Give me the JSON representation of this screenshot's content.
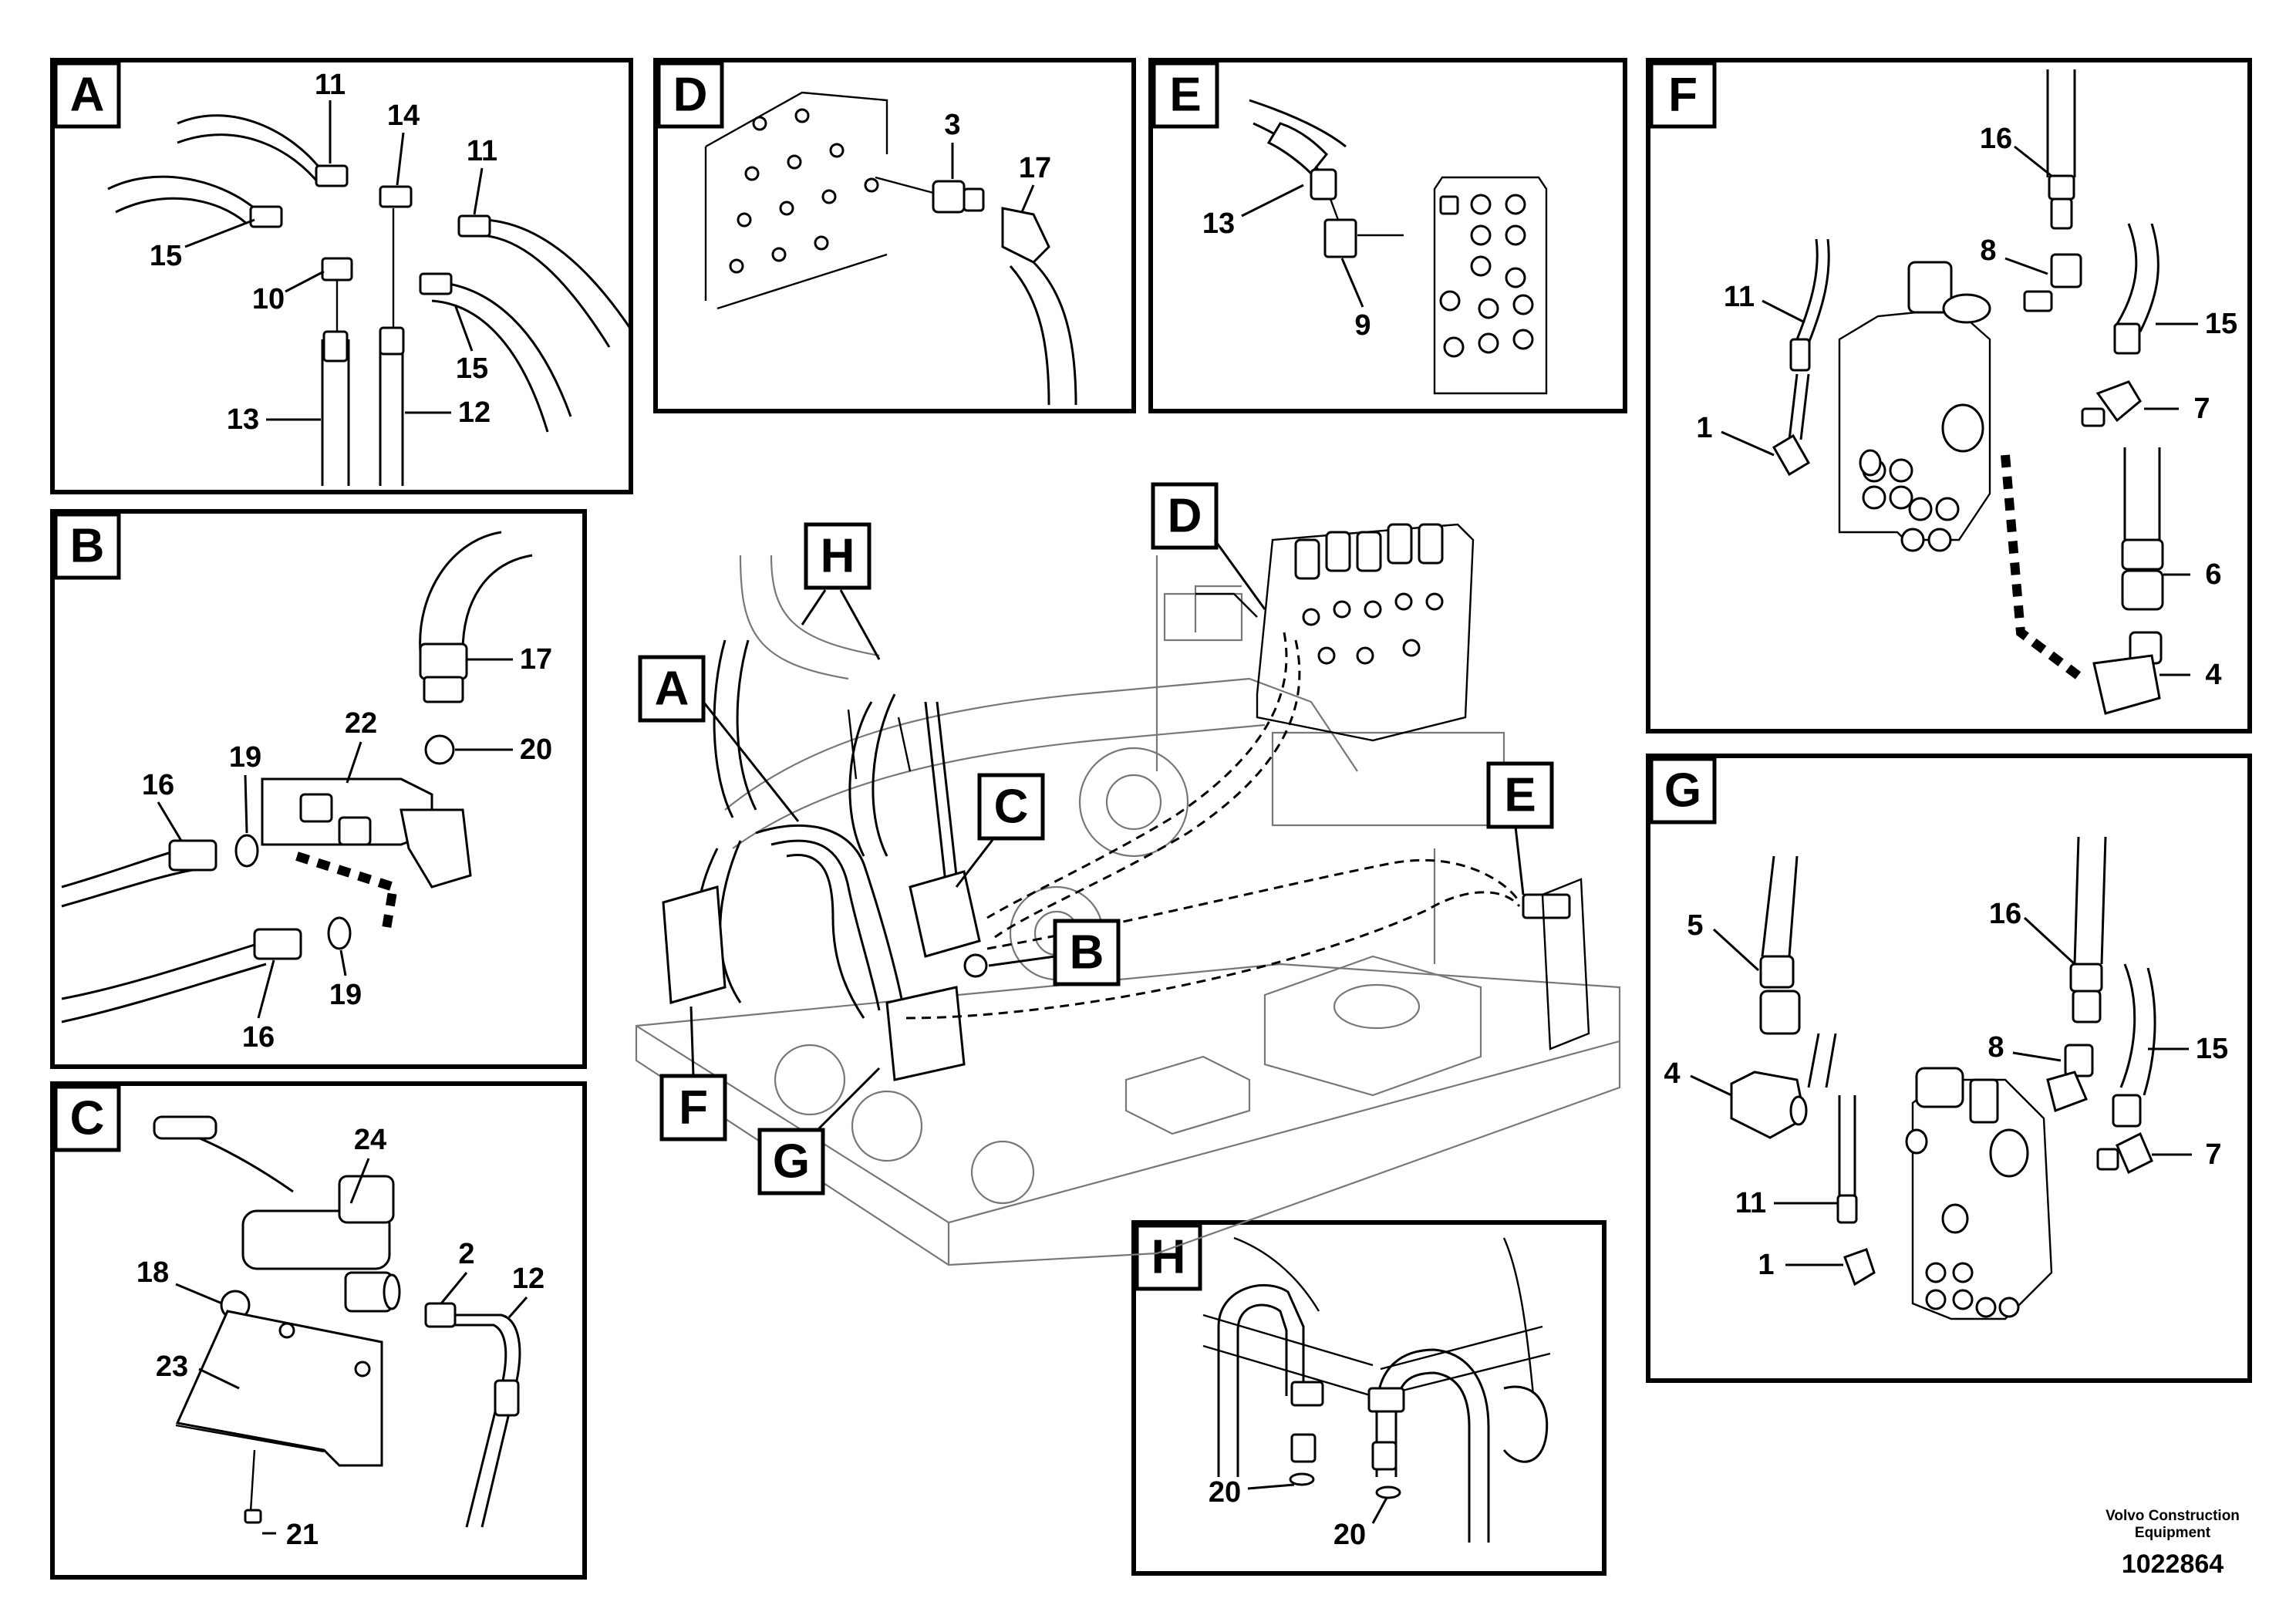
{
  "panels": {
    "A": {
      "label": "A",
      "callouts": [
        "11",
        "14",
        "11",
        "15",
        "10",
        "15",
        "13",
        "12"
      ]
    },
    "B": {
      "label": "B",
      "callouts": [
        "17",
        "20",
        "22",
        "19",
        "16",
        "16",
        "19"
      ]
    },
    "C": {
      "label": "C",
      "callouts": [
        "24",
        "2",
        "12",
        "18",
        "23",
        "21"
      ]
    },
    "D": {
      "label": "D",
      "callouts": [
        "3",
        "17"
      ]
    },
    "E": {
      "label": "E",
      "callouts": [
        "13",
        "9"
      ]
    },
    "F": {
      "label": "F",
      "callouts": [
        "16",
        "8",
        "11",
        "15",
        "7",
        "1",
        "6",
        "4"
      ]
    },
    "G": {
      "label": "G",
      "callouts": [
        "5",
        "16",
        "8",
        "15",
        "4",
        "7",
        "11",
        "1"
      ]
    },
    "H": {
      "label": "H",
      "callouts": [
        "20",
        "20"
      ]
    }
  },
  "overview": {
    "pointers": [
      "H",
      "D",
      "A",
      "C",
      "B",
      "E",
      "F",
      "G"
    ]
  },
  "footer": {
    "brand_line1": "Volvo Construction",
    "brand_line2": "Equipment",
    "document_number": "1022864"
  }
}
